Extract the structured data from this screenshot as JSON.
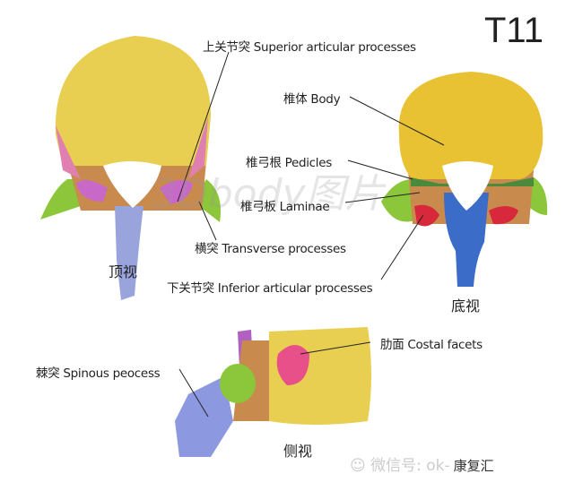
{
  "title": "T11",
  "labels": {
    "superior": "上关节突 Superior articular processes",
    "body": "椎体 Body",
    "pedicles": "椎弓根 Pedicles",
    "laminae": "椎弓板 Laminae",
    "transverse": "横突 Transverse processes",
    "inferior": "下关节突 Inferior articular processes",
    "costal": "肋面 Costal facets",
    "spinous": "棘突 Spinous peocess"
  },
  "views": {
    "top": "顶视",
    "bottom": "底视",
    "side": "侧视"
  },
  "watermark": "3Dbody图片",
  "wechat": {
    "text": "微信号: ok-",
    "brand": "康复汇"
  },
  "colors": {
    "body": "#e8cf52",
    "transverse": "#8cc63a",
    "spinous_top": "#9aa4dc",
    "spinous_bottom": "#3a6cc8",
    "pedicle": "#c98a4e",
    "facet": "#d766c0",
    "inferior": "#d8283c",
    "costal": "#e8508a"
  }
}
